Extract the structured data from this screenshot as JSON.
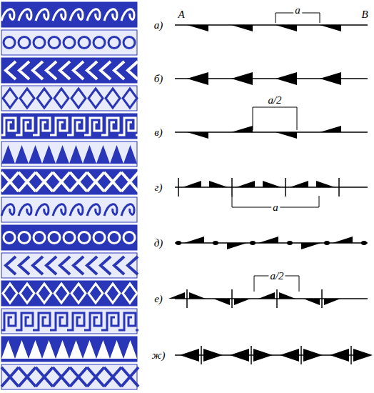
{
  "diagram": {
    "labels": [
      "а)",
      "A",
      "a",
      "B",
      "б)",
      "a/2",
      "в)",
      "г)",
      "a",
      "д)",
      "a/2",
      "е)",
      "ж)"
    ]
  }
}
